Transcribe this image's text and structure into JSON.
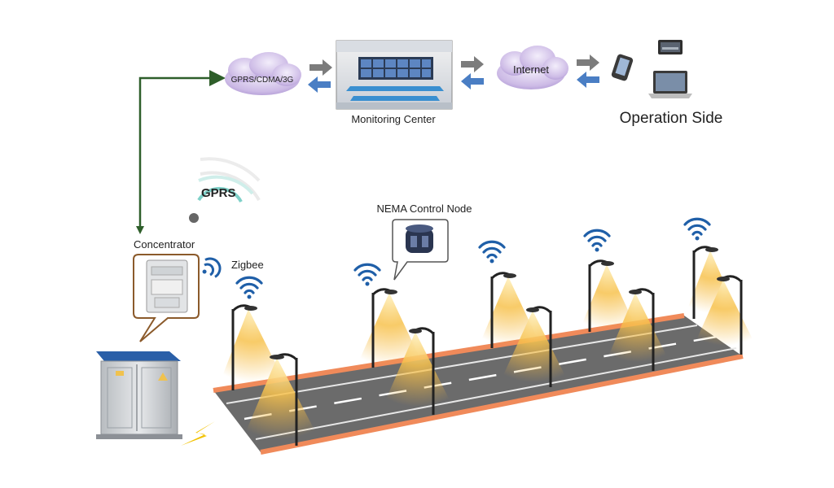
{
  "labels": {
    "network_cloud": "GPRS/CDMA/3G",
    "monitoring_center": "Monitoring Center",
    "internet_cloud": "Internet",
    "operation_side": "Operation Side",
    "gprs": "GPRS",
    "concentrator": "Concentrator",
    "zigbee": "Zigbee",
    "nema_node": "NEMA Control Node"
  },
  "icons": {
    "wifi": "wifi-icon",
    "phone": "smartphone-icon",
    "tablet": "tablet-icon",
    "laptop": "laptop-icon",
    "lightning": "lightning-icon",
    "cloud": "cloud-icon"
  },
  "colors": {
    "link_line": "#2e5e2a",
    "arrow_right": "#7c7c7c",
    "arrow_left": "#4a7ec4",
    "wifi_blue": "#1f5fa8",
    "light_glow": "#f5b73a",
    "road": "#6b6b6b",
    "road_edge": "#f08a5a",
    "cloud": "#c6b3e0",
    "lightning": "#f2c200"
  }
}
